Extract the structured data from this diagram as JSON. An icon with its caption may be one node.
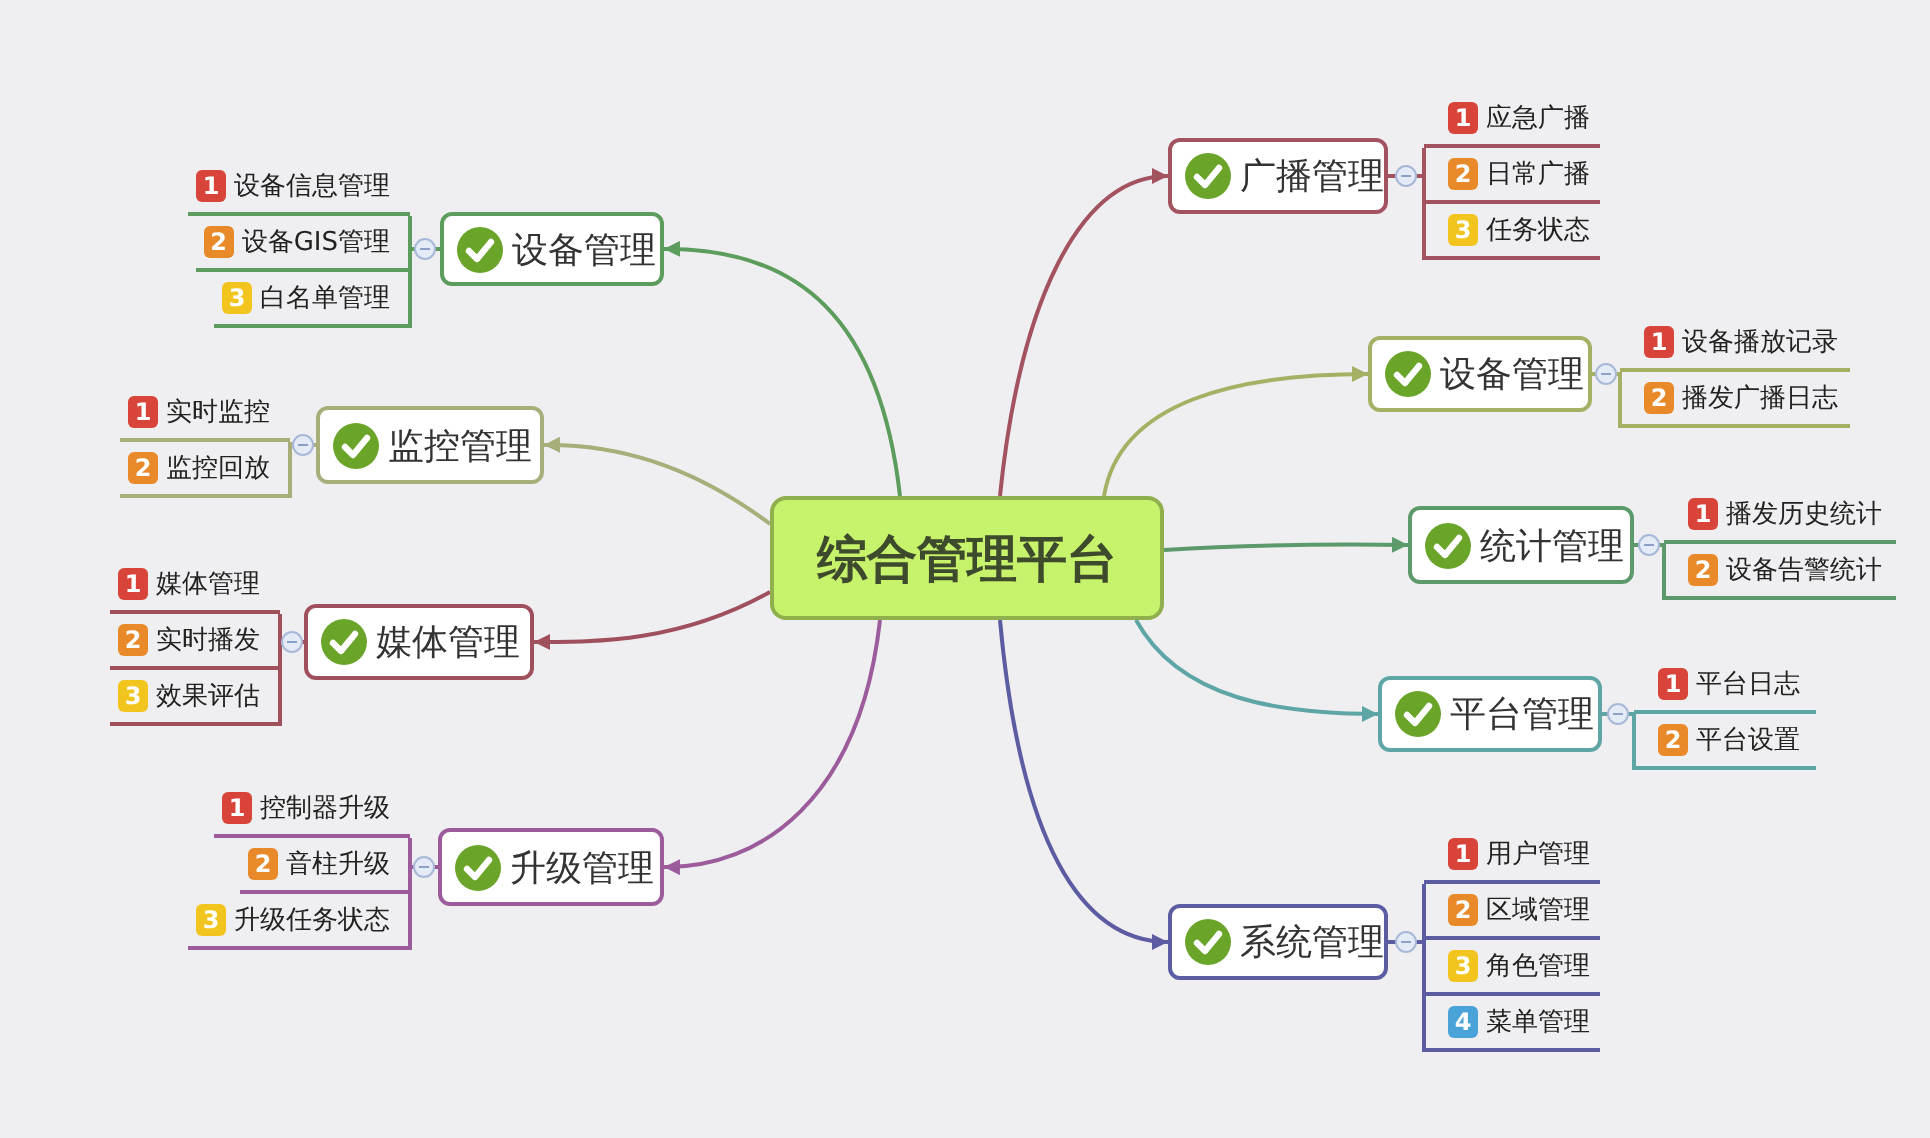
{
  "diagram": {
    "nodes": [
      {
        "text": [
          "综合管理平台"
        ]
      },
      {
        "text": [
          "广播管理"
        ]
      },
      {
        "text": [
          "1",
          "应急广播"
        ]
      },
      {
        "text": [
          "2",
          "日常广播"
        ]
      },
      {
        "text": [
          "3",
          "任务状态"
        ]
      },
      {
        "text": [
          "设备管理"
        ]
      },
      {
        "text": [
          "1",
          "设备播放记录"
        ]
      },
      {
        "text": [
          "2",
          "播发广播日志"
        ]
      },
      {
        "text": [
          "统计管理"
        ]
      },
      {
        "text": [
          "1",
          "播发历史统计"
        ]
      },
      {
        "text": [
          "2",
          "设备告警统计"
        ]
      },
      {
        "text": [
          "平台管理"
        ]
      },
      {
        "text": [
          "1",
          "平台日志"
        ]
      },
      {
        "text": [
          "2",
          "平台设置"
        ]
      },
      {
        "text": [
          "系统管理"
        ]
      },
      {
        "text": [
          "1",
          "用户管理"
        ]
      },
      {
        "text": [
          "2",
          "区域管理"
        ]
      },
      {
        "text": [
          "3",
          "角色管理"
        ]
      },
      {
        "text": [
          "4",
          "菜单管理"
        ]
      },
      {
        "text": [
          "设备管理"
        ]
      },
      {
        "text": [
          "1",
          "设备信息管理"
        ]
      },
      {
        "text": [
          "2",
          "设备GIS管理"
        ]
      },
      {
        "text": [
          "3",
          "白名单管理"
        ]
      },
      {
        "text": [
          "监控管理"
        ]
      },
      {
        "text": [
          "1",
          "实时监控"
        ]
      },
      {
        "text": [
          "2",
          "监控回放"
        ]
      },
      {
        "text": [
          "媒体管理"
        ]
      },
      {
        "text": [
          "1",
          "媒体管理"
        ]
      },
      {
        "text": [
          "2",
          "实时播发"
        ]
      },
      {
        "text": [
          "3",
          "效果评估"
        ]
      },
      {
        "text": [
          "升级管理"
        ]
      },
      {
        "text": [
          "1",
          "控制器升级"
        ]
      },
      {
        "text": [
          "2",
          "音柱升级"
        ]
      },
      {
        "text": [
          "3",
          "升级任务状态"
        ]
      }
    ],
    "edges": [
      {
        "from": 0,
        "to": 1,
        "arrow": "to",
        "color": "#a3535f"
      },
      {
        "from": 0,
        "to": 5,
        "arrow": "to",
        "color": "#a6b064"
      },
      {
        "from": 0,
        "to": 8,
        "arrow": "to",
        "color": "#5c9a6c"
      },
      {
        "from": 0,
        "to": 11,
        "arrow": "to",
        "color": "#5ea6a6"
      },
      {
        "from": 0,
        "to": 14,
        "arrow": "to",
        "color": "#5c5ca2"
      },
      {
        "from": 0,
        "to": 19,
        "arrow": "to",
        "color": "#5c9c5c"
      },
      {
        "from": 0,
        "to": 23,
        "arrow": "to",
        "color": "#a8ae7a"
      },
      {
        "from": 0,
        "to": 26,
        "arrow": "to",
        "color": "#a0505c"
      },
      {
        "from": 0,
        "to": 30,
        "arrow": "to",
        "color": "#9c5c9c"
      },
      {
        "from": 1,
        "to": 2,
        "arrow": "none",
        "color": "#a3535f"
      },
      {
        "from": 1,
        "to": 3,
        "arrow": "none",
        "color": "#a3535f"
      },
      {
        "from": 1,
        "to": 4,
        "arrow": "none",
        "color": "#a3535f"
      },
      {
        "from": 5,
        "to": 6,
        "arrow": "none",
        "color": "#a6b064"
      },
      {
        "from": 5,
        "to": 7,
        "arrow": "none",
        "color": "#a6b064"
      },
      {
        "from": 8,
        "to": 9,
        "arrow": "none",
        "color": "#5c9a6c"
      },
      {
        "from": 8,
        "to": 10,
        "arrow": "none",
        "color": "#5c9a6c"
      },
      {
        "from": 11,
        "to": 12,
        "arrow": "none",
        "color": "#5ea6a6"
      },
      {
        "from": 11,
        "to": 13,
        "arrow": "none",
        "color": "#5ea6a6"
      },
      {
        "from": 14,
        "to": 15,
        "arrow": "none",
        "color": "#5c5ca2"
      },
      {
        "from": 14,
        "to": 16,
        "arrow": "none",
        "color": "#5c5ca2"
      },
      {
        "from": 14,
        "to": 17,
        "arrow": "none",
        "color": "#5c5ca2"
      },
      {
        "from": 14,
        "to": 18,
        "arrow": "none",
        "color": "#5c5ca2"
      },
      {
        "from": 19,
        "to": 20,
        "arrow": "none",
        "color": "#5c9c5c"
      },
      {
        "from": 19,
        "to": 21,
        "arrow": "none",
        "color": "#5c9c5c"
      },
      {
        "from": 19,
        "to": 22,
        "arrow": "none",
        "color": "#5c9c5c"
      },
      {
        "from": 23,
        "to": 24,
        "arrow": "none",
        "color": "#a8ae7a"
      },
      {
        "from": 23,
        "to": 25,
        "arrow": "none",
        "color": "#a8ae7a"
      },
      {
        "from": 26,
        "to": 27,
        "arrow": "none",
        "color": "#a0505c"
      },
      {
        "from": 26,
        "to": 28,
        "arrow": "none",
        "color": "#a0505c"
      },
      {
        "from": 26,
        "to": 29,
        "arrow": "none",
        "color": "#a0505c"
      },
      {
        "from": 30,
        "to": 31,
        "arrow": "none",
        "color": "#9c5c9c"
      },
      {
        "from": 30,
        "to": 32,
        "arrow": "none",
        "color": "#9c5c9c"
      },
      {
        "from": 30,
        "to": 33,
        "arrow": "none",
        "color": "#9c5c9c"
      }
    ]
  }
}
